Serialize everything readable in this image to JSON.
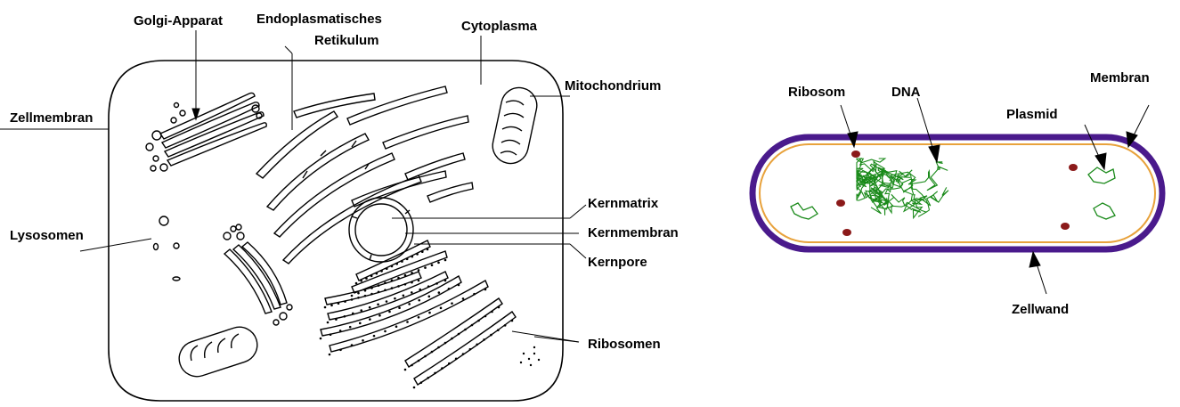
{
  "eukaryote": {
    "labels": {
      "golgi": "Golgi-Apparat",
      "er_line1": "Endoplasmatisches",
      "er_line2": "Retikulum",
      "cytoplasm": "Cytoplasma",
      "mitochondrion": "Mitochondrium",
      "cell_membrane": "Zellmembran",
      "lysosomes": "Lysosomen",
      "nuclear_matrix": "Kernmatrix",
      "nuclear_membrane": "Kernmembran",
      "nuclear_pore": "Kernpore",
      "ribosomes": "Ribosomen"
    }
  },
  "prokaryote": {
    "labels": {
      "ribosome": "Ribosom",
      "dna": "DNA",
      "plasmid": "Plasmid",
      "membrane": "Membran",
      "cell_wall": "Zellwand"
    },
    "colors": {
      "cell_wall": "#4a1a8c",
      "membrane": "#e8a23c",
      "dna": "#1a8a1a",
      "ribosome": "#8b1a1a"
    }
  }
}
